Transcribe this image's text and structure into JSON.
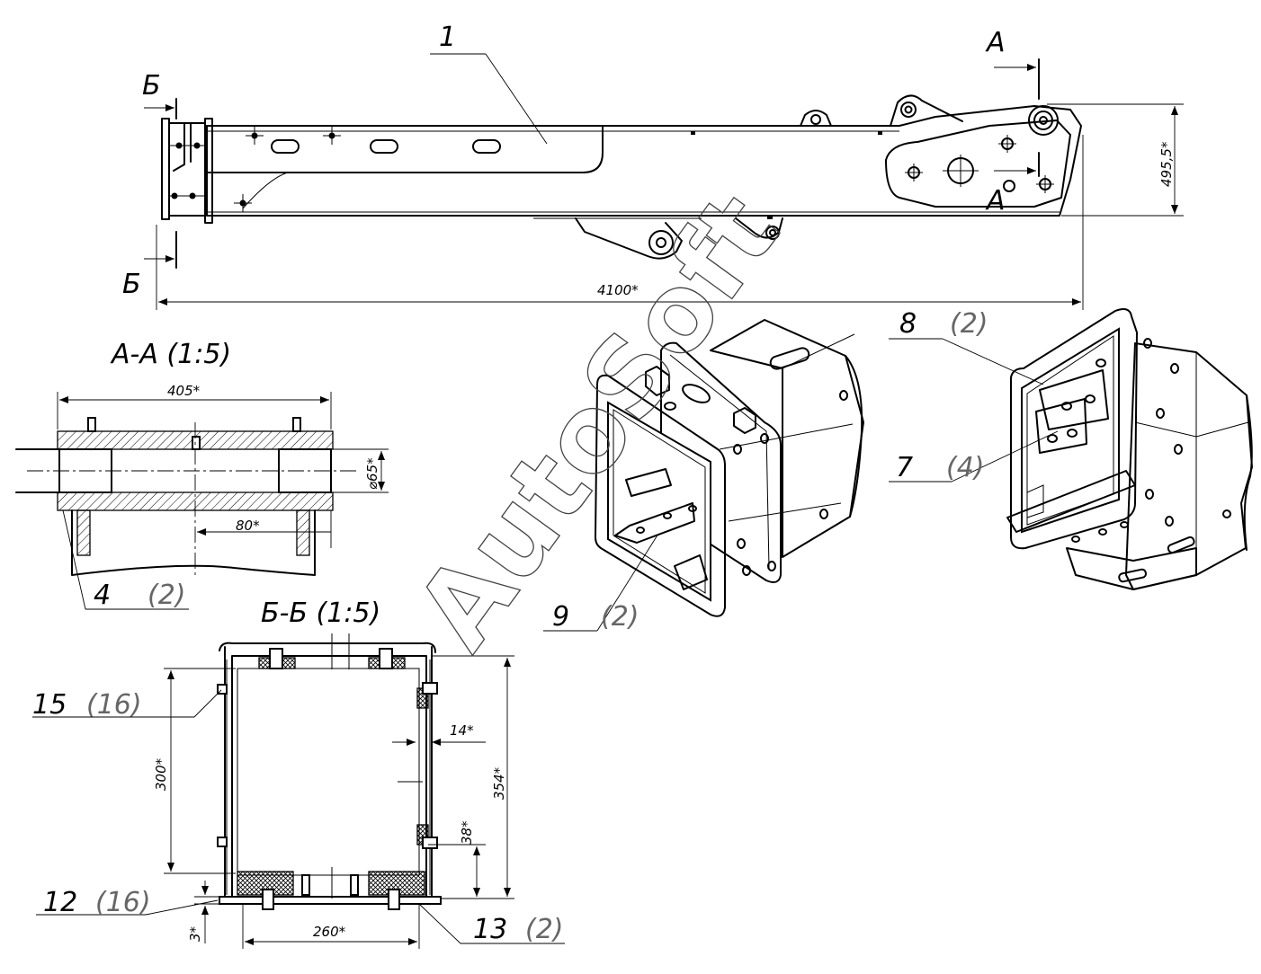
{
  "labels": {
    "part1": "1",
    "part4": "4",
    "part4_qty": "(2)",
    "part7": "7",
    "part7_qty": "(4)",
    "part8": "8",
    "part8_qty": "(2)",
    "part9": "9",
    "part9_qty": "(2)",
    "part12": "12",
    "part12_qty": "(16)",
    "part13": "13",
    "part13_qty": "(2)",
    "part15": "15",
    "part15_qty": "(16)"
  },
  "sections": {
    "a_marker": "A",
    "b_marker": "Б",
    "a_a_title": "A-A  (1:5)",
    "b_b_title": "Б-Б  (1:5)"
  },
  "dimensions": {
    "length": "4100*",
    "height": "495,5*",
    "aa_width": "405*",
    "aa_dia": "⌀65*",
    "aa_depth": "80*",
    "bb_inner": "300*",
    "bb_outer": "354*",
    "bb_wall": "14*",
    "bb_pad": "38*",
    "bb_width": "260*",
    "bb_plate": "3*"
  },
  "watermark": "AutoSoft"
}
